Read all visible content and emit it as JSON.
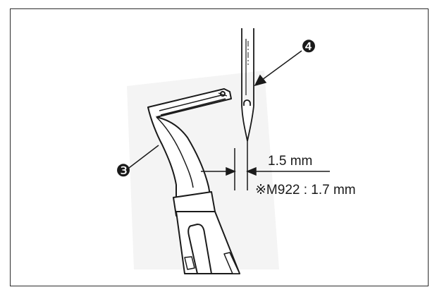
{
  "diagram": {
    "callouts": {
      "needle_marker": "❹",
      "hook_marker": "❸"
    },
    "dimensions": {
      "clearance": "1.5 mm",
      "alternate_clearance": "※M922 : 1.7 mm"
    },
    "colors": {
      "line": "#1a1a1a",
      "part_background": "#f3f3f3"
    }
  }
}
